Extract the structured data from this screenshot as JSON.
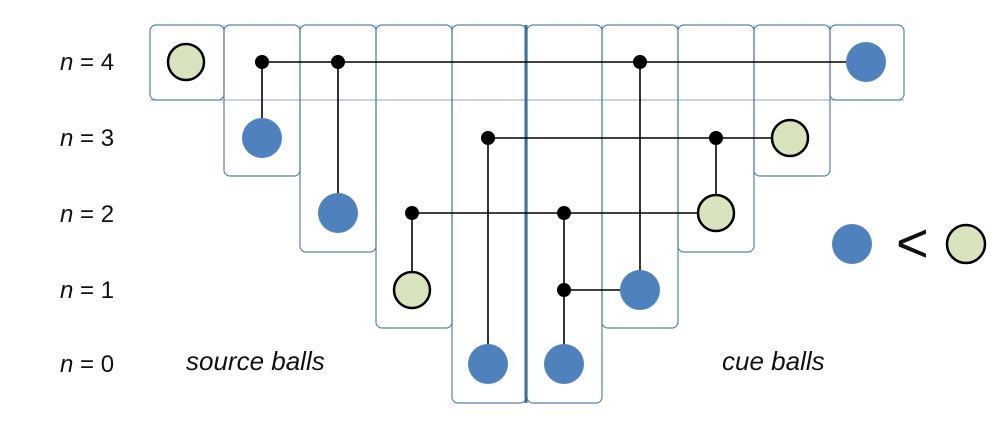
{
  "rows": [
    {
      "n": "4",
      "label_prefix": "n",
      "label_suffix": " = 4"
    },
    {
      "n": "3",
      "label_prefix": "n",
      "label_suffix": " = 3"
    },
    {
      "n": "2",
      "label_prefix": "n",
      "label_suffix": " = 2"
    },
    {
      "n": "1",
      "label_prefix": "n",
      "label_suffix": " = 1"
    },
    {
      "n": "0",
      "label_prefix": "n",
      "label_suffix": " = 0"
    }
  ],
  "captions": {
    "source": "source balls",
    "cue": "cue balls"
  },
  "legend": {
    "symbol": "<",
    "left_ball": "blue",
    "right_ball": "green"
  },
  "colors": {
    "blue": "#4f81bd",
    "green": "#d7e4bd",
    "cell_border": "#5a7fb0",
    "divider": "#3f6ea3",
    "wire": "#000000"
  },
  "balls": [
    {
      "col": 0,
      "row": 4,
      "color": "green"
    },
    {
      "col": 1,
      "row": 3,
      "color": "blue"
    },
    {
      "col": 2,
      "row": 2,
      "color": "blue"
    },
    {
      "col": 3,
      "row": 1,
      "color": "green"
    },
    {
      "col": 4,
      "row": 0,
      "color": "blue"
    },
    {
      "col": 5,
      "row": 0,
      "color": "blue"
    },
    {
      "col": 6,
      "row": 1,
      "color": "blue"
    },
    {
      "col": 7,
      "row": 2,
      "color": "green"
    },
    {
      "col": 8,
      "row": 3,
      "color": "green"
    },
    {
      "col": 9,
      "row": 4,
      "color": "blue"
    }
  ]
}
